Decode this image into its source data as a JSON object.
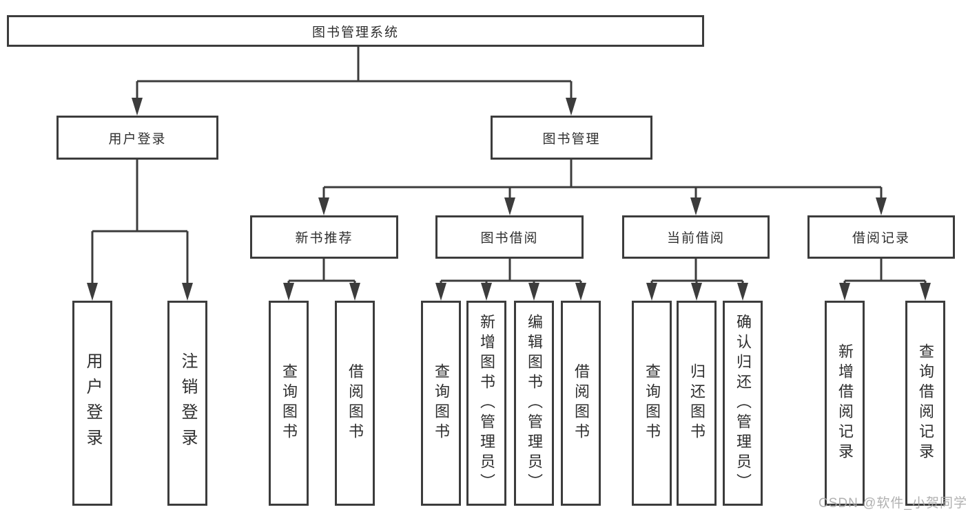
{
  "tree": {
    "root": "图书管理系统",
    "branches": [
      {
        "label": "用户登录",
        "leaves": [
          "用户登录",
          "注销登录"
        ]
      },
      {
        "label": "图书管理",
        "groups": [
          {
            "label": "新书推荐",
            "leaves": [
              "查询图书",
              "借阅图书"
            ]
          },
          {
            "label": "图书借阅",
            "leaves": [
              "查询图书",
              "新增图书（管理员）",
              "编辑图书（管理员）",
              "借阅图书"
            ]
          },
          {
            "label": "当前借阅",
            "leaves": [
              "查询图书",
              "归还图书",
              "确认归还（管理员）"
            ]
          },
          {
            "label": "借阅记录",
            "leaves": [
              "新增借阅记录",
              "查询借阅记录"
            ]
          }
        ]
      }
    ]
  },
  "watermark": "CSDN @软件_小贺同学",
  "colors": {
    "line": "#3c3c3c",
    "text": "#2e2e2e",
    "box_fill": "#ffffff",
    "watermark": "#a8a8a8"
  }
}
